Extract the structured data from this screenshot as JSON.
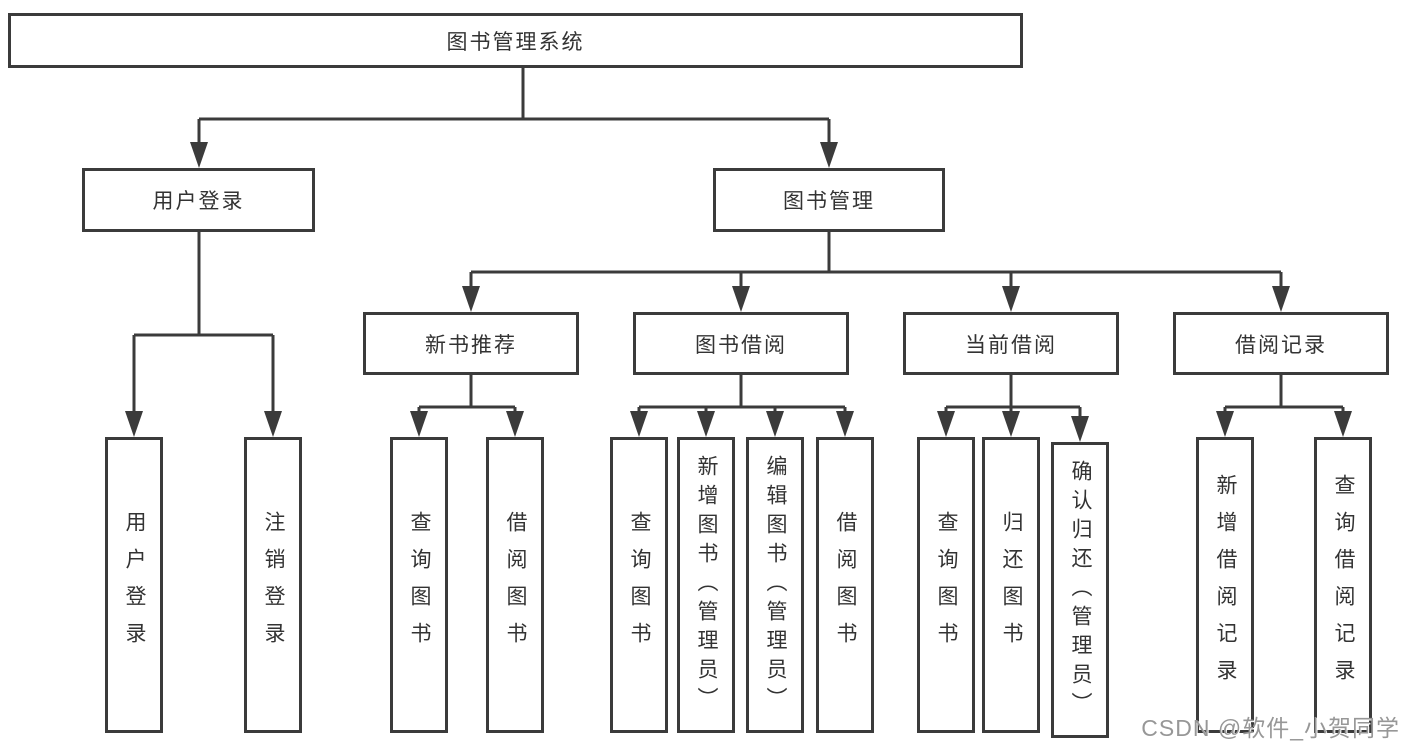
{
  "diagram": {
    "root": {
      "label": "图书管理系统"
    },
    "user_login": {
      "label": "用户登录",
      "children": {
        "login": "用户登录",
        "logout": "注销登录"
      }
    },
    "book_mgmt": {
      "label": "图书管理"
    },
    "new_book": {
      "label": "新书推荐",
      "children": {
        "query": "查询图书",
        "borrow": "借阅图书"
      }
    },
    "book_borrow": {
      "label": "图书借阅",
      "children": {
        "query": "查询图书",
        "add": "新增图书（管理员）",
        "edit": "编辑图书（管理员）",
        "borrow": "借阅图书"
      }
    },
    "current_borrow": {
      "label": "当前借阅",
      "children": {
        "query": "查询图书",
        "return": "归还图书",
        "confirm": "确认归还（管理员）"
      }
    },
    "borrow_records": {
      "label": "借阅记录",
      "children": {
        "add": "新增借阅记录",
        "query": "查询借阅记录"
      }
    }
  },
  "watermark": {
    "text": "CSDN @软件_小贺同学"
  },
  "colors": {
    "line": "#3b3b3b",
    "border": "#3b3b3b",
    "text": "#333333",
    "watermark": "#979797",
    "background": "#ffffff"
  }
}
